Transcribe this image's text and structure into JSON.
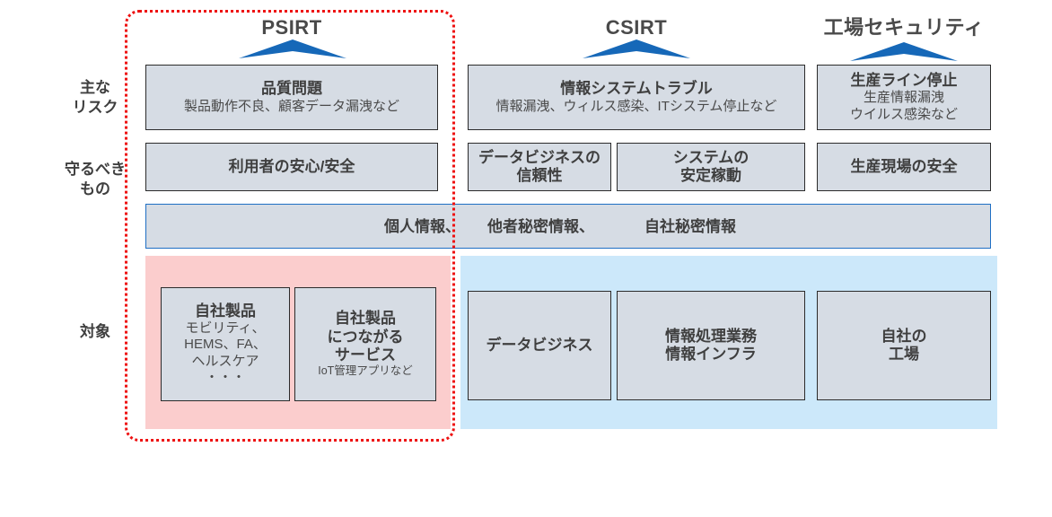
{
  "diagram": {
    "title": "PSIRT / CSIRT / 工場セキュリティ 責任範囲図",
    "colors": {
      "box_fill": "#d6dce4",
      "box_border": "#2b2b2b",
      "band_border": "#1f6fc4",
      "chevron": "#1668b8",
      "scope_outline": "#ee1111",
      "zone_pink": "#fbcdcd",
      "zone_blue": "#cce8fa",
      "text": "#3f3f3f"
    }
  },
  "row_labels": [
    {
      "id": "main-risk",
      "text": "主な\nリスク"
    },
    {
      "id": "to-protect",
      "text": "守るべき\nもの"
    },
    {
      "id": "scope-target",
      "text": "対象"
    }
  ],
  "groups": [
    {
      "id": "psirt",
      "title": "PSIRT"
    },
    {
      "id": "csirt",
      "title": "CSIRT"
    },
    {
      "id": "factory",
      "title": "工場セキュリティ"
    }
  ],
  "risk_boxes": [
    {
      "id": "psirt-risk",
      "main": "品質問題",
      "sub": "製品動作不良、顧客データ漏洩など"
    },
    {
      "id": "csirt-risk",
      "main": "情報システムトラブル",
      "sub": "情報漏洩、ウィルス感染、ITシステム停止など"
    },
    {
      "id": "factory-risk",
      "main": "生産ライン停止",
      "sub": "生産情報漏洩\nウイルス感染など"
    }
  ],
  "protect_boxes": [
    {
      "id": "psirt-protect",
      "main": "利用者の安心/安全"
    },
    {
      "id": "csirt-protect-data",
      "main": "データビジネスの\n信頼性"
    },
    {
      "id": "csirt-protect-system",
      "main": "システムの\n安定稼動"
    },
    {
      "id": "factory-protect",
      "main": "生産現場の安全"
    }
  ],
  "info_band": {
    "id": "confidential-band",
    "segments": [
      {
        "id": "personal-info",
        "text": "個人情報、"
      },
      {
        "id": "third-party-secret",
        "text": "他者秘密情報、"
      },
      {
        "id": "own-secret",
        "text": "自社秘密情報"
      }
    ]
  },
  "target_boxes": [
    {
      "id": "own-products",
      "main": "自社製品",
      "sub": "モビリティ、\nHEMS、FA、\nヘルスケア\n・・・",
      "sub_small": false
    },
    {
      "id": "connected-services",
      "main": "自社製品\nにつながる\nサービス",
      "sub": "IoT管理アプリなど",
      "sub_small": true
    },
    {
      "id": "data-business",
      "main": "データビジネス",
      "sub": "",
      "sub_small": false
    },
    {
      "id": "info-infra",
      "main": "情報処理業務\n情報インフラ",
      "sub": "",
      "sub_small": false
    },
    {
      "id": "own-factory",
      "main": "自社の\n工場",
      "sub": "",
      "sub_small": false
    }
  ],
  "zones": [
    {
      "id": "psirt-zone",
      "kind": "pink"
    },
    {
      "id": "csirt-factory-zone",
      "kind": "blue"
    }
  ],
  "scope": {
    "id": "psirt-scope",
    "label": "PSIRT scope outline"
  }
}
